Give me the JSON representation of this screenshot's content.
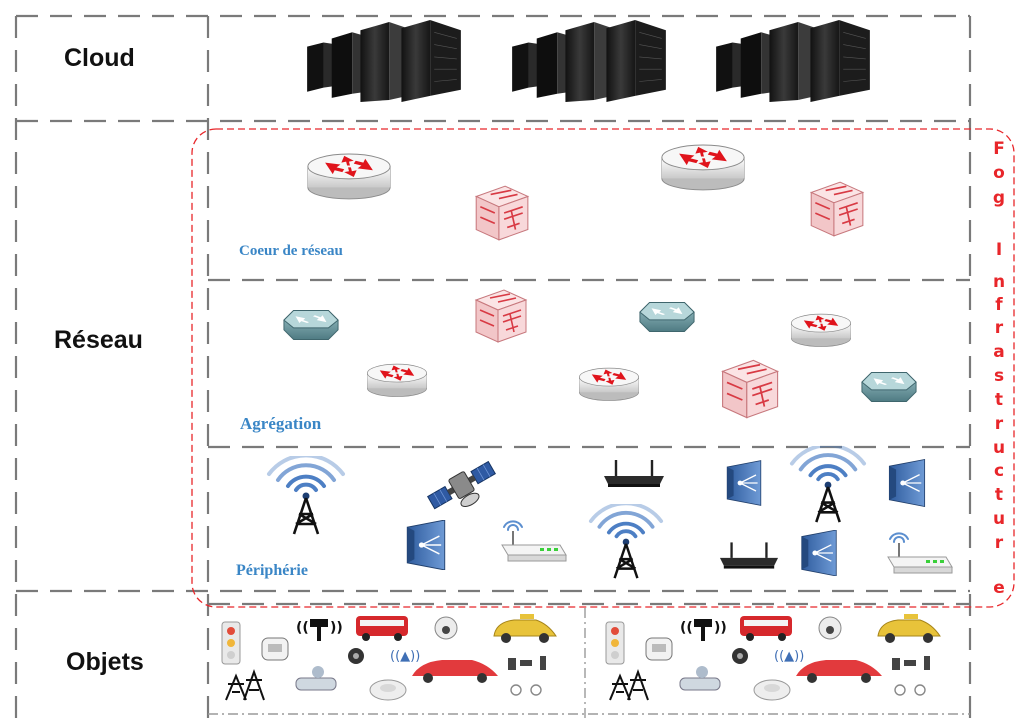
{
  "layers": {
    "cloud": "Cloud",
    "network": "Réseau",
    "objects": "Objets"
  },
  "sublayers": {
    "core": "Coeur de réseau",
    "aggregation": "Agrégation",
    "edge": "Périphérie"
  },
  "fog_letters": [
    "F",
    "o",
    "g",
    "I",
    "n",
    "f",
    "r",
    "a",
    "s",
    "t",
    "r",
    "u",
    "c",
    "t",
    "u",
    "r",
    "e"
  ],
  "colors": {
    "dash": "#7a7a7a",
    "fog_border": "#e8262a",
    "router_arrow": "#e0141c",
    "switch_pink": "#f2c6c8",
    "hub_teal": "#5f8e96",
    "antenna_blue": "#3f6fb5",
    "server": "#262626",
    "label_blue": "#3a86c6"
  },
  "icons": {
    "cloud": [
      "server-rack-icon",
      "server-rack-icon",
      "server-rack-icon"
    ],
    "core": [
      "router-icon",
      "switch-icon",
      "router-icon",
      "switch-icon"
    ],
    "aggregation": [
      "hub-icon",
      "switch-icon",
      "hub-icon",
      "router-icon",
      "router-icon",
      "router-icon",
      "switch-icon",
      "hub-icon"
    ],
    "edge": [
      "cell-tower-icon",
      "satellite-icon",
      "wifi-router-icon",
      "access-point-icon",
      "cell-tower-icon",
      "antenna-panel-icon",
      "cell-tower-icon",
      "antenna-panel-icon",
      "wifi-router-icon",
      "access-point-icon",
      "antenna-panel-icon",
      "antenna-panel-icon"
    ]
  }
}
